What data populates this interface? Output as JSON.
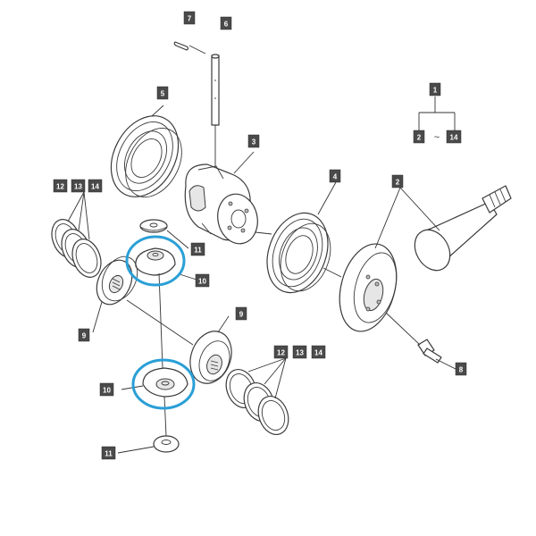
{
  "diagram": {
    "callouts": {
      "c1": "1",
      "c2a": "2",
      "c14a": "14",
      "tilde": "~",
      "c2": "2",
      "c3": "3",
      "c4": "4",
      "c5": "5",
      "c6": "6",
      "c7": "7",
      "c8": "8",
      "c9a": "9",
      "c9b": "9",
      "c10a": "10",
      "c10b": "10",
      "c11a": "11",
      "c11b": "11",
      "c12a": "12",
      "c13a": "13",
      "c14b": "14",
      "c12b": "12",
      "c13b": "13",
      "c14c": "14"
    },
    "highlight_color": "#2a9fd6",
    "line_color": "#3a3a3a"
  }
}
